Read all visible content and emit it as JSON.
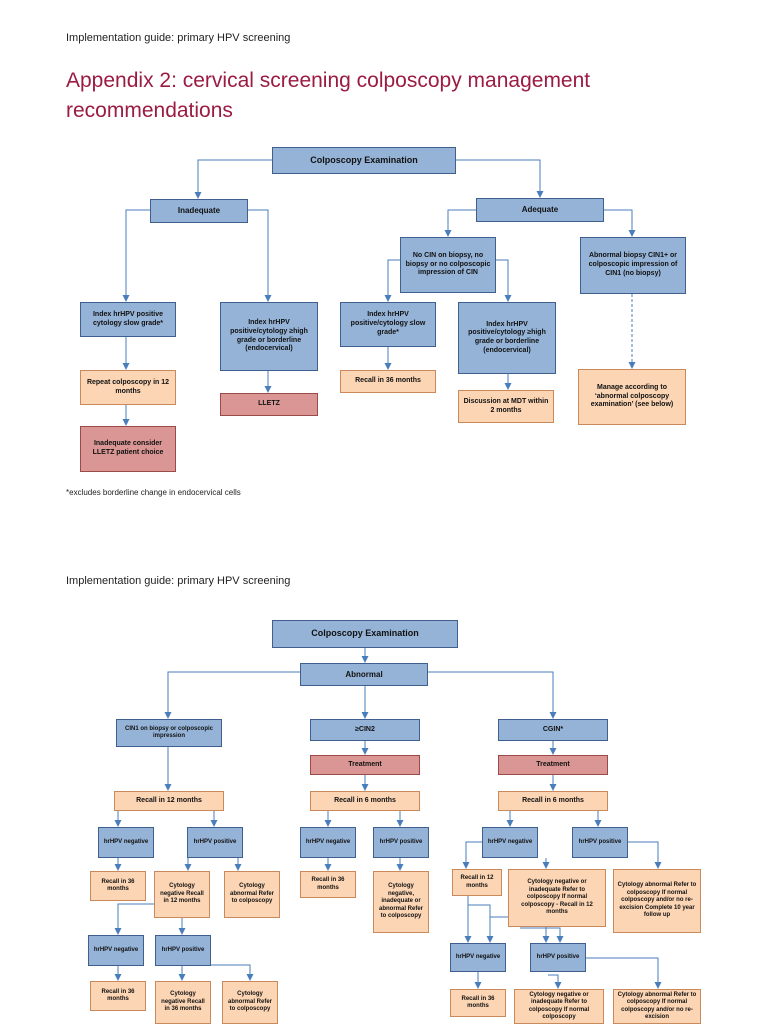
{
  "page1": {
    "header": "Implementation guide: primary HPV screening",
    "title_line1": "Appendix 2: cervical screening colposcopy management",
    "title_line2": "recommendations",
    "footnote": "*excludes borderline change in endocervical cells",
    "nodes": {
      "colp": "Colposcopy Examination",
      "inadequate": "Inadequate",
      "adequate": "Adequate",
      "no_cin": "No CIN on biopsy, no biopsy or no colposcopic impression of CIN",
      "abn_biopsy": "Abnormal biopsy CIN1+ or colposcopic impression of CIN1 (no biopsy)",
      "idx_low_a": "Index hrHPV positive cytology ≤low grade*",
      "idx_high_a": "Index hrHPV positive/cytology ≥high grade or borderline (endocervical)",
      "idx_low_b": "Index hrHPV positive/cytology ≤low grade*",
      "idx_high_b": "Index hrHPV positive/cytology ≥high grade or borderline (endocervical)",
      "repeat": "Repeat colposcopy in 12 months",
      "lletz": "LLETZ",
      "recall36": "Recall in 36 months",
      "mdt": "Discussion at MDT within 2 months",
      "manage": "Manage according to ‘abnormal colposcopy examination’ (see below)",
      "inad_lletz": "Inadequate consider LLETZ patient choice"
    }
  },
  "page2": {
    "header": "Implementation guide: primary HPV screening",
    "nodes": {
      "colp": "Colposcopy Examination",
      "abnormal": "Abnormal",
      "cin1": "CIN1 on biopsy or colposcopic impression",
      "cin2": "≥CIN2",
      "cgin": "CGIN*",
      "treat_a": "Treatment",
      "treat_b": "Treatment",
      "recall12": "Recall in 12 months",
      "recall6_a": "Recall in 6 months",
      "recall6_b": "Recall in 6 months",
      "l_neg": "hrHPV negative",
      "l_pos": "hrHPV positive",
      "l_r36": "Recall in 36 months",
      "l_cyt_neg": "Cytology negative Recall in 12 months",
      "l_cyt_abn": "Cytology abnormal Refer to colposcopy",
      "l2_neg": "hrHPV negative",
      "l2_pos": "hrHPV positive",
      "l2_r36": "Recall in 36 months",
      "l2_cyt_neg": "Cytology negative Recall in 36 months",
      "l2_cyt_abn": "Cytology abnormal Refer to colposcopy",
      "m_neg": "hrHPV negative",
      "m_pos": "hrHPV positive",
      "m_r36": "Recall in 36 months",
      "m_cyt": "Cytology negative, inadequate or abnormal Refer to colposcopy",
      "r_neg": "hrHPV negative",
      "r_pos": "hrHPV positive",
      "r_r12": "Recall in 12 months",
      "r_cyt_neg": "Cytology negative or inadequate Refer to colposcopy If normal colposcopy - Recall in 12 months",
      "r_cyt_abn": "Cytology abnormal Refer to colposcopy If normal colposcopy and/or no re-excision Complete 10 year follow up",
      "r2_neg": "hrHPV negative",
      "r2_pos": "hrHPV positive",
      "r2_r36": "Recall in 36 months",
      "r2_cyt_neg": "Cytology negative or inadequate Refer to colposcopy If normal colposcopy",
      "r2_cyt_abn": "Cytology abnormal Refer to colposcopy If normal colposcopy and/or no re-excision"
    }
  },
  "colors": {
    "title": "#9b1b43",
    "blue_box": "#95b3d7",
    "peach_box": "#fcd5b4",
    "red_box": "#da9694",
    "connector": "#4a7ebb"
  }
}
